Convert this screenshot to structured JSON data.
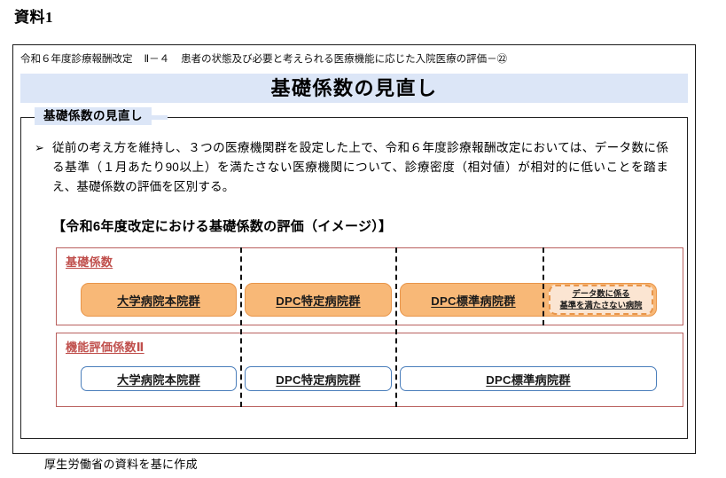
{
  "document": {
    "tag": "資料1",
    "source_note": "厚生労働省の資料を基に作成"
  },
  "header": {
    "subtitle_part1": "令和６年度診療報酬改定",
    "subtitle_part2": "Ⅱ－４",
    "subtitle_part3": "患者の状態及び必要と考えられる医療機能に応じた入院医療の評価－㉒",
    "title": "基礎係数の見直し",
    "banner_color": "#dce6f7"
  },
  "section": {
    "legend": "基礎係数の見直し",
    "bullet_mark": "➢",
    "bullet_text": "従前の考え方を維持し、３つの医療機関群を設定した上で、令和６年度診療報酬改定においては、データ数に係る基準（１月あたり90以上）を満たさない医療機関について、診療密度（相対値）が相対的に低いことを踏まえ、基礎係数の評価を区別する。"
  },
  "diagram": {
    "caption": "【令和6年度改定における基礎係数の評価（イメージ）】",
    "row_border_color": "#b9605e",
    "rows": [
      {
        "label": "基礎係数",
        "label_color": "#c0504d",
        "style": "orange",
        "items": [
          {
            "label": "大学病院本院群"
          },
          {
            "label": "DPC特定病院群"
          },
          {
            "label": "DPC標準病院群"
          }
        ],
        "sub_item": {
          "line1": "データ数に係る",
          "line2": "基準を満たさない病院",
          "fill_color": "#fbe5d2",
          "border_color": "#e8954a"
        }
      },
      {
        "label": "機能評価係数Ⅱ",
        "label_color": "#c0504d",
        "style": "blue",
        "items": [
          {
            "label": "大学病院本院群"
          },
          {
            "label": "DPC特定病院群"
          },
          {
            "label": "DPC標準病院群"
          }
        ]
      }
    ]
  }
}
